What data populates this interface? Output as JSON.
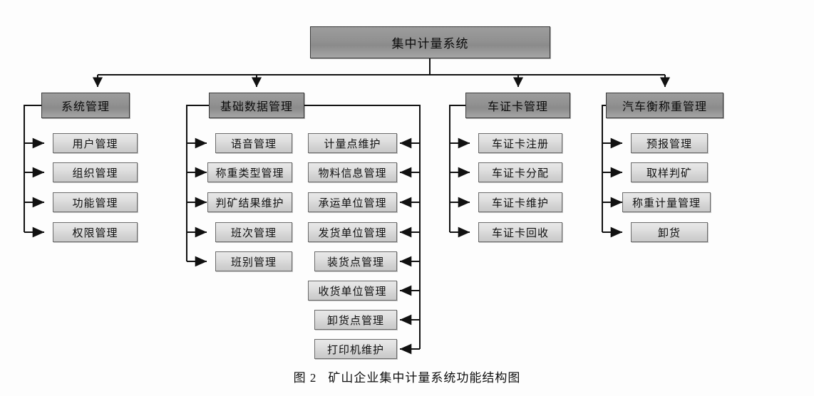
{
  "figure": {
    "caption_number": "图 2",
    "caption_text": "矿山企业集中计量系统功能结构图",
    "colors": {
      "node_dark_fill": "#919191",
      "node_light_fill": "#dedede",
      "border_dark": "#3a3a3a",
      "border_light": "#6b6b6b",
      "connector": "#111111",
      "background": "#fdfdfd"
    }
  },
  "root": {
    "label": "集中计量系统"
  },
  "branches": [
    {
      "label": "系统管理",
      "leaves": [
        {
          "label": "用户管理"
        },
        {
          "label": "组织管理"
        },
        {
          "label": "功能管理"
        },
        {
          "label": "权限管理"
        }
      ]
    },
    {
      "label": "基础数据管理",
      "leaves_left": [
        {
          "label": "语音管理"
        },
        {
          "label": "称重类型管理"
        },
        {
          "label": "判矿结果维护"
        },
        {
          "label": "班次管理"
        },
        {
          "label": "班别管理"
        }
      ],
      "leaves_right": [
        {
          "label": "计量点维护"
        },
        {
          "label": "物料信息管理"
        },
        {
          "label": "承运单位管理"
        },
        {
          "label": "发货单位管理"
        },
        {
          "label": "装货点管理"
        },
        {
          "label": "收货单位管理"
        },
        {
          "label": "卸货点管理"
        },
        {
          "label": "打印机维护"
        }
      ]
    },
    {
      "label": "车证卡管理",
      "leaves": [
        {
          "label": "车证卡注册"
        },
        {
          "label": "车证卡分配"
        },
        {
          "label": "车证卡维护"
        },
        {
          "label": "车证卡回收"
        }
      ]
    },
    {
      "label": "汽车衡称重管理",
      "leaves": [
        {
          "label": "预报管理"
        },
        {
          "label": "取样判矿"
        },
        {
          "label": "称重计量管理"
        },
        {
          "label": "卸货"
        }
      ]
    }
  ]
}
